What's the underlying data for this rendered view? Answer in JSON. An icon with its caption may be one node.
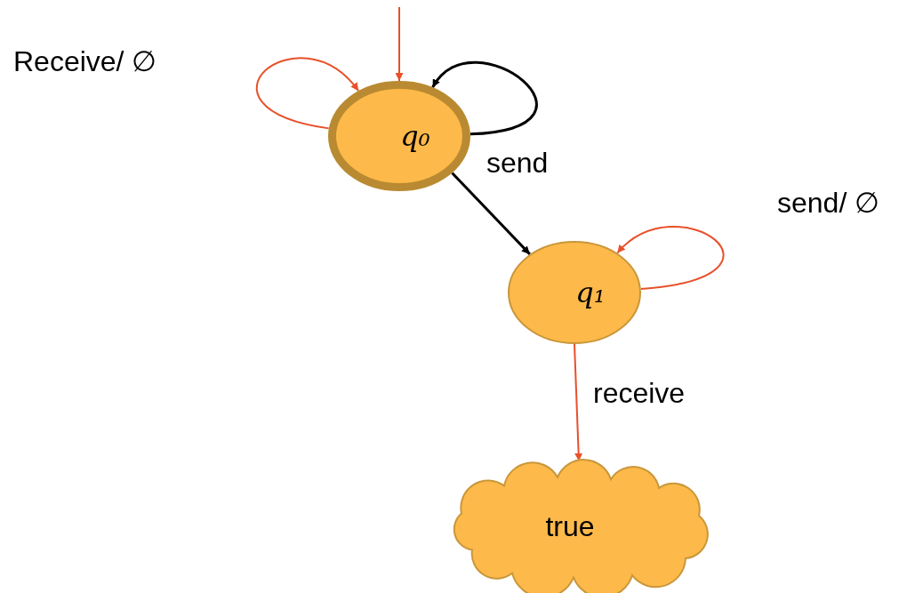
{
  "diagram": {
    "nodes": [
      {
        "text": [
          "q₀"
        ]
      },
      {
        "text": [
          "q₁"
        ]
      },
      {
        "text": [
          "true"
        ]
      }
    ],
    "edges": [
      {
        "from": null,
        "to": 0,
        "arrow": "to"
      },
      {
        "from": 0,
        "to": 0,
        "arrow": "to",
        "label": "Receive/ ∅"
      },
      {
        "from": 0,
        "to": 0,
        "arrow": "to",
        "color": "#000000"
      },
      {
        "from": 0,
        "to": 1,
        "arrow": "to",
        "label": "send",
        "color": "#000000"
      },
      {
        "from": 1,
        "to": 1,
        "arrow": "to",
        "label": "send/ ∅"
      },
      {
        "from": 1,
        "to": 2,
        "arrow": "to",
        "label": "receive"
      }
    ]
  }
}
